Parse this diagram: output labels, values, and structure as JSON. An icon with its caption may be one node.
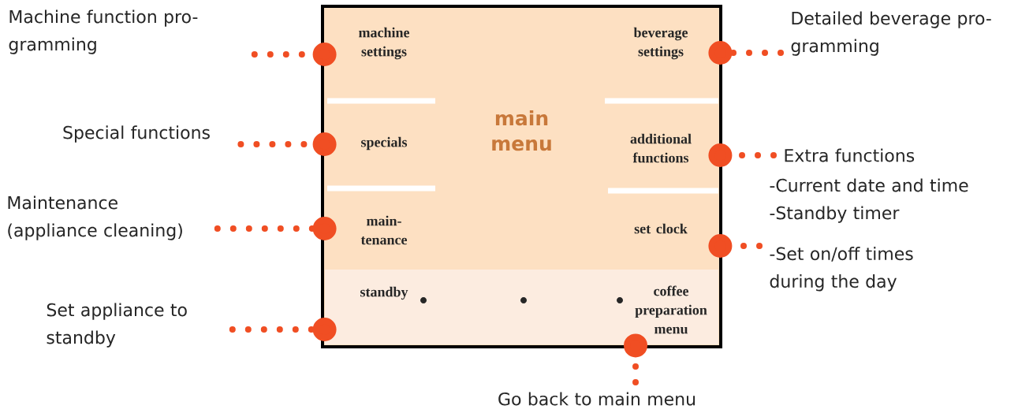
{
  "diagram": {
    "nodes": [
      {
        "text": [
          "main menu"
        ]
      },
      {
        "text": [
          "machine settings"
        ],
        "in": 0
      },
      {
        "text": [
          "beverage settings"
        ],
        "in": 0
      },
      {
        "text": [
          "specials"
        ],
        "in": 0
      },
      {
        "text": [
          "additional functions"
        ],
        "in": 0
      },
      {
        "text": [
          "main- tenance"
        ],
        "in": 0
      },
      {
        "text": [
          "set clock"
        ],
        "in": 0
      },
      {
        "text": [
          "standby"
        ],
        "in": 0
      },
      {
        "text": [
          "coffee preparation menu"
        ],
        "in": 0
      },
      {
        "text": [
          "Machine function pro- gramming"
        ]
      },
      {
        "text": [
          "Detailed beverage pro- gramming"
        ]
      },
      {
        "text": [
          "Special functions"
        ]
      },
      {
        "text": [
          "Extra functions"
        ]
      },
      {
        "text": [
          "Maintenance (appliance cleaning)"
        ]
      },
      {
        "text": [
          "-Current date and time",
          "-Standby timer",
          "-Set on/off times during the day"
        ]
      },
      {
        "text": [
          "Set appliance to standby"
        ]
      },
      {
        "text": [
          "Go back to main menu"
        ]
      }
    ],
    "edges": [
      {
        "from": 9,
        "to": 1,
        "arrow": "other"
      },
      {
        "from": 10,
        "to": 2,
        "arrow": "other"
      },
      {
        "from": 11,
        "to": 3,
        "arrow": "other"
      },
      {
        "from": 12,
        "to": 4,
        "arrow": "other"
      },
      {
        "from": 13,
        "to": 5,
        "arrow": "other"
      },
      {
        "from": 14,
        "to": 6,
        "arrow": "other"
      },
      {
        "from": 15,
        "to": 7,
        "arrow": "other"
      },
      {
        "from": 16,
        "to": 8,
        "arrow": "other"
      }
    ]
  }
}
